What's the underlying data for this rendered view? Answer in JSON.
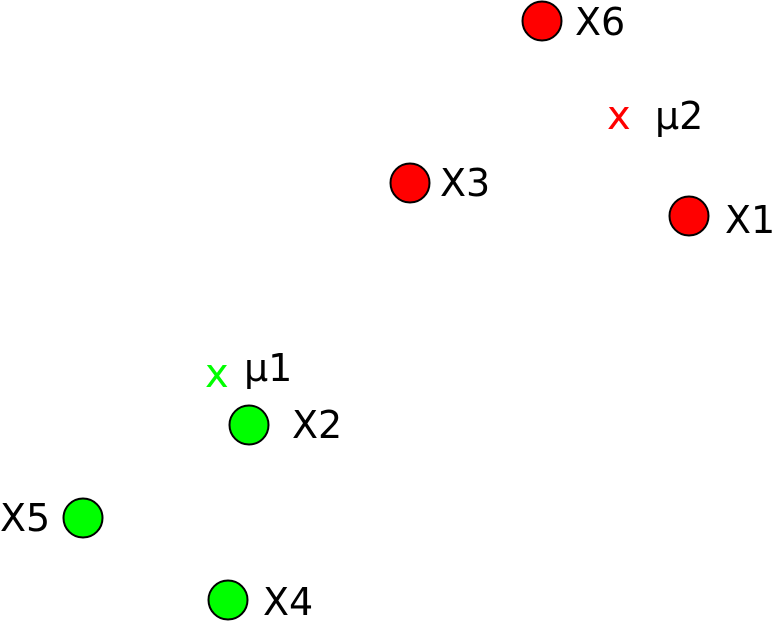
{
  "colors": {
    "cluster1": "#00ff00",
    "cluster2": "#ff0000",
    "outline": "#000000",
    "label": "#000000"
  },
  "points": [
    {
      "id": "x6",
      "label": "X6",
      "cluster": "cluster2"
    },
    {
      "id": "x3",
      "label": "X3",
      "cluster": "cluster2"
    },
    {
      "id": "x1",
      "label": "X1",
      "cluster": "cluster2"
    },
    {
      "id": "x2",
      "label": "X2",
      "cluster": "cluster1"
    },
    {
      "id": "x5",
      "label": "X5",
      "cluster": "cluster1"
    },
    {
      "id": "x4",
      "label": "X4",
      "cluster": "cluster1"
    }
  ],
  "centroids": [
    {
      "id": "mu2",
      "marker": "x",
      "label": "μ2",
      "cluster": "cluster2"
    },
    {
      "id": "mu1",
      "marker": "x",
      "label": "μ1",
      "cluster": "cluster1"
    }
  ]
}
